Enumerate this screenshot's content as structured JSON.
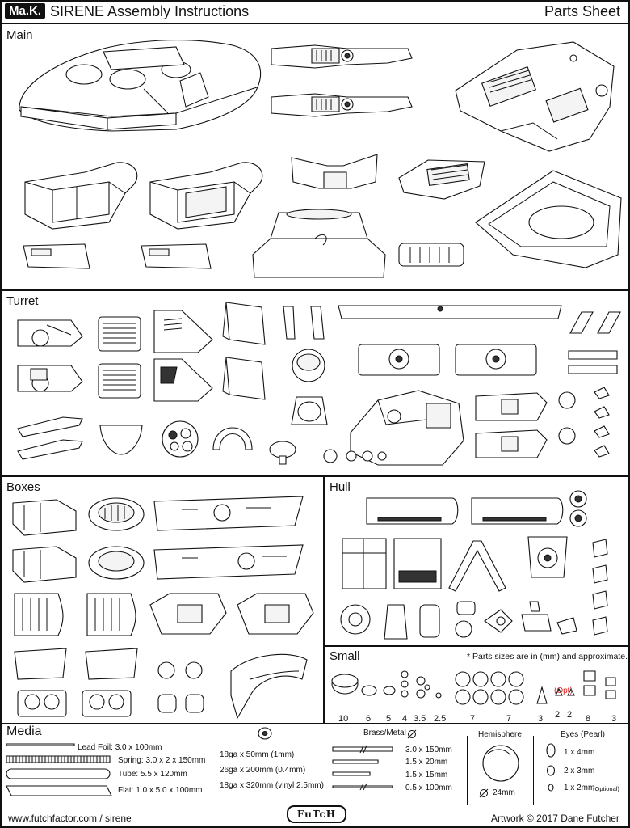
{
  "header": {
    "logo": "Ma.K.",
    "title": "SIRENE Assembly Instructions",
    "sheet": "Parts Sheet"
  },
  "sections": {
    "main": "Main",
    "turret": "Turret",
    "boxes": "Boxes",
    "hull": "Hull",
    "small": "Small",
    "media": "Media"
  },
  "small": {
    "note": "* Parts sizes are in (mm) and approximate.",
    "opt": "(Opt)",
    "sizes": [
      "10",
      "6",
      "5",
      "4",
      "3.5",
      "2.5",
      "7",
      "7",
      "3",
      "2",
      "2",
      "8",
      "3"
    ]
  },
  "media": {
    "lead_foil": "Lead Foil:  3.0 x 100mm",
    "spring": "Spring:  3.0 x 2 x 150mm",
    "tube": "Tube:  5.5 x 120mm",
    "flat": "Flat:    1.0 x 5.0 x 100mm",
    "wire1": "18ga x 50mm (1mm)",
    "wire2": "26ga x 200mm (0.4mm)",
    "wire3": "18ga x 320mm (vinyl 2.5mm)",
    "brass_title": "Brass/Metal",
    "brass1": "3.0 x 150mm",
    "brass2": "1.5 x 20mm",
    "brass3": "1.5 x 15mm",
    "brass4": "0.5 x 100mm",
    "hemi_title": "Hemisphere",
    "hemi_size": "24mm",
    "eyes_title": "Eyes  (Pearl)",
    "eye1": "1 x 4mm",
    "eye2": "2 x 3mm",
    "eye3": "1 x 2mm",
    "eye3_opt": "(Optional)"
  },
  "footer": {
    "url": "www.futchfactor.com / sirene",
    "brand": "FuTcH",
    "credit": "Artwork © 2017 Dane Futcher"
  }
}
